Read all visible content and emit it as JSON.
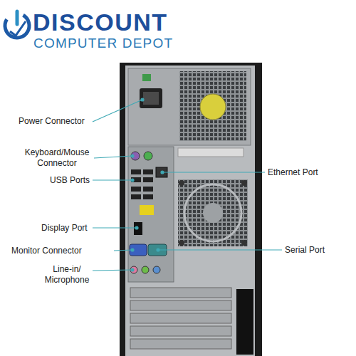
{
  "diagram": {
    "labels": [
      "DISCOUNT",
      "COMPUTER DEPOT",
      "Power Connector",
      "Keyboard/Mouse Connector",
      "USB Ports",
      "Display Port",
      "Monitor Connector",
      "Line-in/ Microphone",
      "Ethernet Port",
      "Serial Port"
    ]
  }
}
